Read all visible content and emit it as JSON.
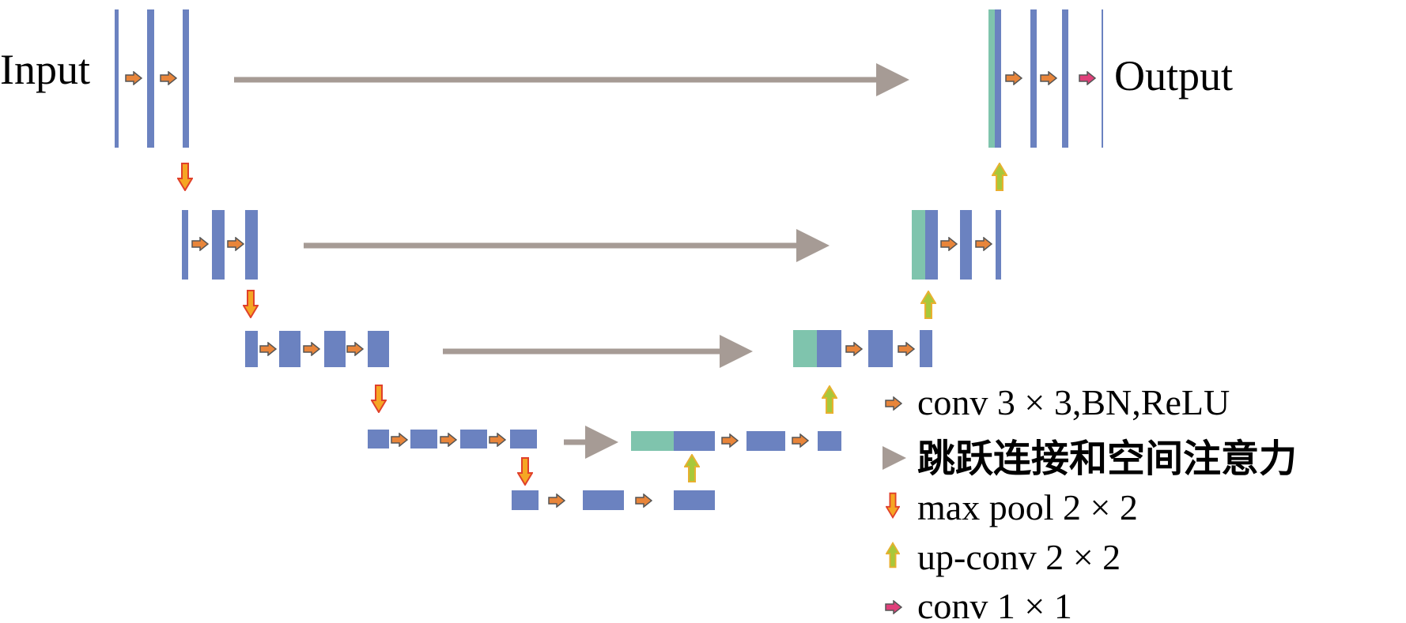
{
  "diagram": {
    "input_label": "Input",
    "output_label": "Output",
    "colors": {
      "feature_map": "#6b82c0",
      "concat": "#7fc4ad",
      "conv_arrow": "#e8853a",
      "pool_arrow": "#f5a623",
      "upconv_arrow": "#a8c83a",
      "final_arrow": "#e0407a",
      "skip_arrow": "#a69b95"
    }
  },
  "legend": {
    "items": [
      {
        "icon": "conv-arrow-icon",
        "label": "conv 3 × 3,BN,ReLU"
      },
      {
        "icon": "skip-connection-arrow-icon",
        "label": "跳跃连接和空间注意力"
      },
      {
        "icon": "max-pool-arrow-icon",
        "label": "max pool 2 × 2"
      },
      {
        "icon": "up-conv-arrow-icon",
        "label": "up-conv 2 × 2"
      },
      {
        "icon": "final-conv-arrow-icon",
        "label": "conv 1 × 1"
      }
    ]
  }
}
